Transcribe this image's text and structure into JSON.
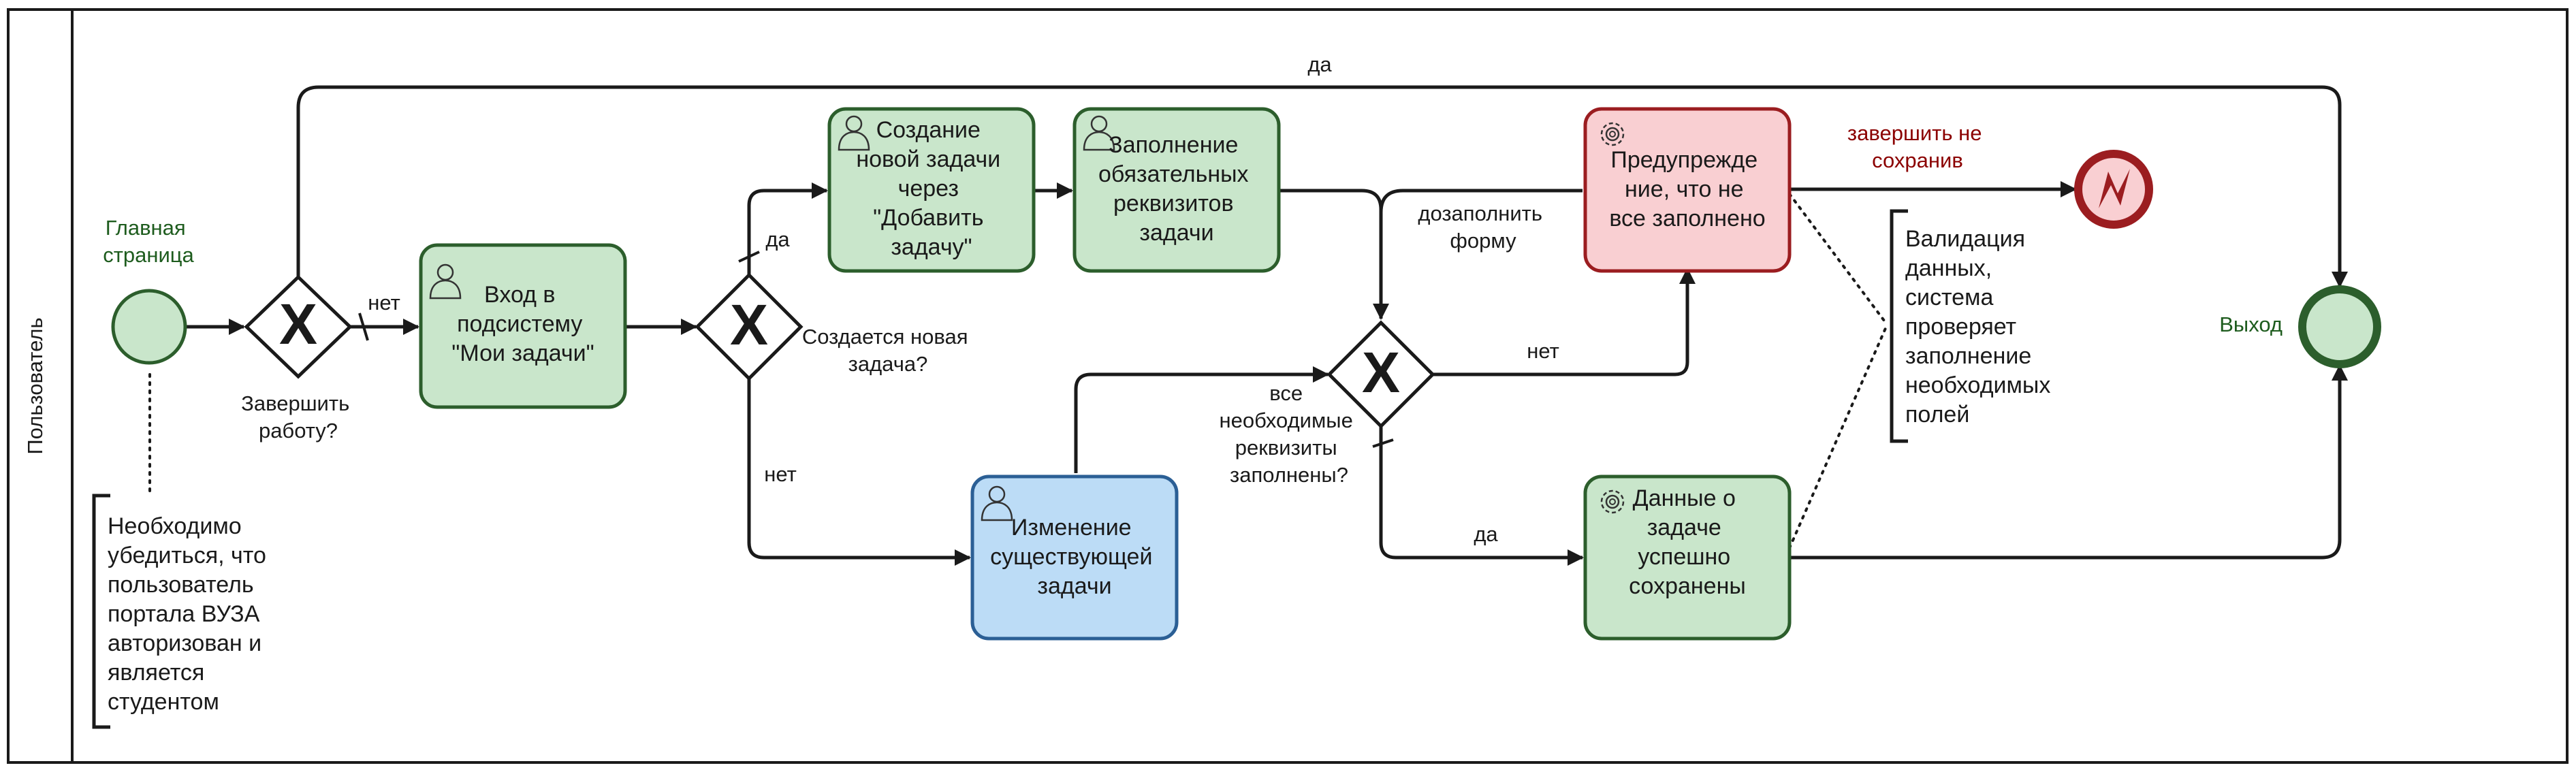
{
  "pool": {
    "lane_label": "Пользователь"
  },
  "colors": {
    "green_fill": "#c9e6cb",
    "green_stroke": "#2c5e2c",
    "blue_fill": "#bcdcf6",
    "blue_stroke": "#2b5f95",
    "red_fill": "#f9cfd2",
    "red_stroke": "#9b1d20",
    "label_green": "#1e5c1e",
    "label_red": "#8b0000"
  },
  "start_event": {
    "label": "Главная страница"
  },
  "end_event": {
    "label": "Выход"
  },
  "error_end_event": {},
  "gateways": {
    "finish": {
      "label": "Завершить работу?"
    },
    "new_task": {
      "label": "Создается новая задача?"
    },
    "all_filled": {
      "label": "все необходимые реквизиты заполнены?"
    }
  },
  "tasks": {
    "login": {
      "text": "Вход в подсистему \"Мои задачи\"",
      "type": "user"
    },
    "create": {
      "text": "Создание новой задачи через \"Добавить задачу\"",
      "type": "user"
    },
    "fill": {
      "text": "Заполнение обязательных реквизитов задачи",
      "type": "user"
    },
    "edit": {
      "text": "Изменение существующей задачи",
      "type": "user"
    },
    "warning": {
      "text": "Предупрежде ние, что не все заполнено",
      "type": "service"
    },
    "saved": {
      "text": "Данные о задаче успешно сохранены",
      "type": "service"
    }
  },
  "flow_labels": {
    "top_yes": "да",
    "finish_no": "нет",
    "new_yes": "да",
    "new_no": "нет",
    "refill": "дозаполнить форму",
    "filled_no": "нет",
    "filled_yes": "да",
    "quit_unsaved": "завершить не сохранив"
  },
  "annotations": {
    "auth": "Необходимо убедиться, что пользователь портала ВУЗА авторизован и является студентом",
    "validation": "Валидация данных, система проверяет заполнение необходимых полей"
  }
}
